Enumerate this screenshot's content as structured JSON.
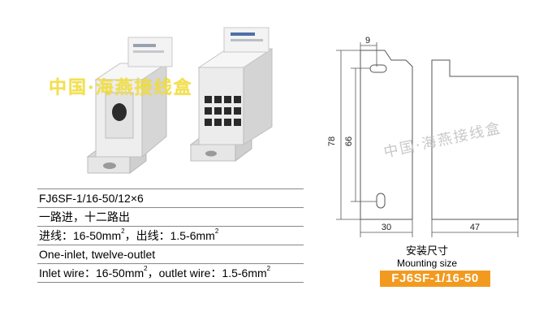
{
  "watermark": {
    "text": "中国·海燕接线盒",
    "drawing_text": "中国·海燕接线盒"
  },
  "specs": {
    "model": "FJ6SF-1/16-50/12×6",
    "desc_cn": "一路进，十二路出",
    "wire_cn_prefix": "进线：16-50mm",
    "wire_cn_mid": "，出线：1.5-6mm",
    "desc_en": "One-inlet, twelve-outlet",
    "wire_en_prefix": "Inlet wire：16-50mm",
    "wire_en_mid": "，outlet wire：1.5-6mm",
    "sup": "2"
  },
  "dimensions": {
    "top_width": "9",
    "height_total": "78",
    "height_inner": "66",
    "width_front": "30",
    "width_side": "47"
  },
  "mounting": {
    "label_cn": "安装尺寸",
    "label_en": "Mounting size",
    "model": "FJ6SF-1/16-50"
  },
  "colors": {
    "banner": "#f29a1f",
    "watermark": "#f5e13c"
  }
}
